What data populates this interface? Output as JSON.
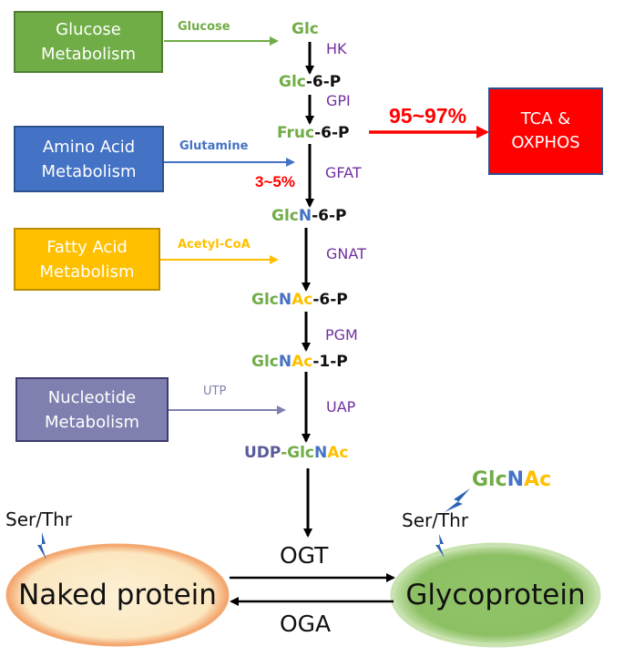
{
  "colors": {
    "green": "#70ad47",
    "blue": "#4472c4",
    "yellow": "#ffc000",
    "purple_box": "#8080b0",
    "red": "#ff0000",
    "enzyme": "#7030a0",
    "udp": "#5b5b9b"
  },
  "boxes": {
    "glucose": "Glucose Metabolism",
    "amino": "Amino Acid Metabolism",
    "fatty": "Fatty Acid Metabolism",
    "nucleotide": "Nucleotide Metabolism",
    "tca": "TCA & OXPHOS"
  },
  "inputs": {
    "glucose": "Glucose",
    "glutamine": "Glutamine",
    "acetyl_coa": "Acetyl-CoA",
    "utp": "UTP"
  },
  "metabolites": {
    "glc": "Glc",
    "glc6p_a": "Glc",
    "glc6p_b": "-6-P",
    "fruc6p_a": "Fruc",
    "fruc6p_b": "-6-P",
    "glcn6p_a": "Glc",
    "glcn6p_b": "N",
    "glcn6p_c": "-6-P",
    "glcnac6p_a": "Glc",
    "glcnac6p_b": "N",
    "glcnac6p_c": "Ac",
    "glcnac6p_d": "-6-P",
    "glcnac1p_a": "Glc",
    "glcnac1p_b": "N",
    "glcnac1p_c": "Ac",
    "glcnac1p_d": "-1-P",
    "udp_a": "UDP",
    "udp_b": "-",
    "udp_c": "Glc",
    "udp_d": "N",
    "udp_e": "Ac"
  },
  "enzymes": {
    "hk": "HK",
    "gpi": "GPI",
    "gfat": "GFAT",
    "gnat": "GNAT",
    "pgm": "PGM",
    "uap": "UAP"
  },
  "percentages": {
    "tca": "95~97%",
    "hbp": "3~5%"
  },
  "bottom": {
    "naked_protein": "Naked protein",
    "glycoprotein": "Glycoprotein",
    "ogt": "OGT",
    "oga": "OGA",
    "ser_thr_left": "Ser/Thr",
    "ser_thr_right": "Ser/Thr",
    "glcnac_a": "Glc",
    "glcnac_b": "N",
    "glcnac_c": "Ac"
  }
}
